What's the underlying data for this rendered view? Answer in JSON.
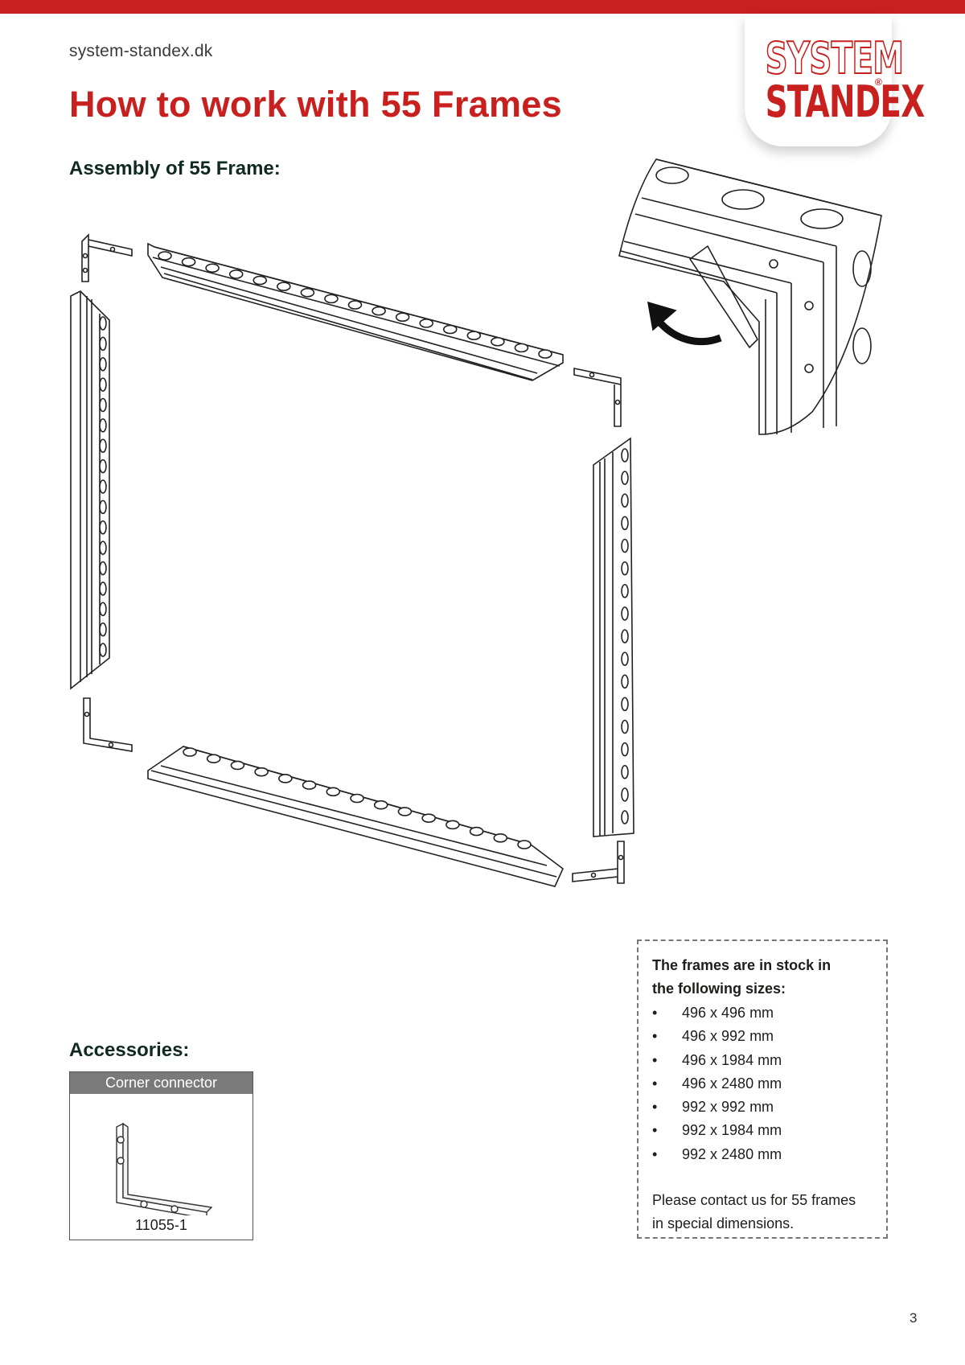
{
  "header": {
    "site": "system-standex.dk",
    "title": "How to work with 55 Frames",
    "brand": "#c8201f"
  },
  "logo": {
    "line1": "SYSTEM",
    "line2": "STANDEX",
    "registered": "®"
  },
  "assembly": {
    "heading": "Assembly of 55 Frame:"
  },
  "stock": {
    "heading": "The frames are in stock in the following sizes:",
    "bullet": "•",
    "sizes": [
      "496 x 496 mm",
      "496 x 992 mm",
      "496 x 1984 mm",
      "496 x 2480 mm",
      "992 x 992 mm",
      "992 x 1984 mm",
      "992 x 2480 mm"
    ],
    "note": "Please contact us for 55 frames in special dimensions."
  },
  "accessories": {
    "heading": "Accessories:",
    "item": {
      "name": "Corner connector",
      "code": "11055-1"
    }
  },
  "page": {
    "number": "3"
  }
}
